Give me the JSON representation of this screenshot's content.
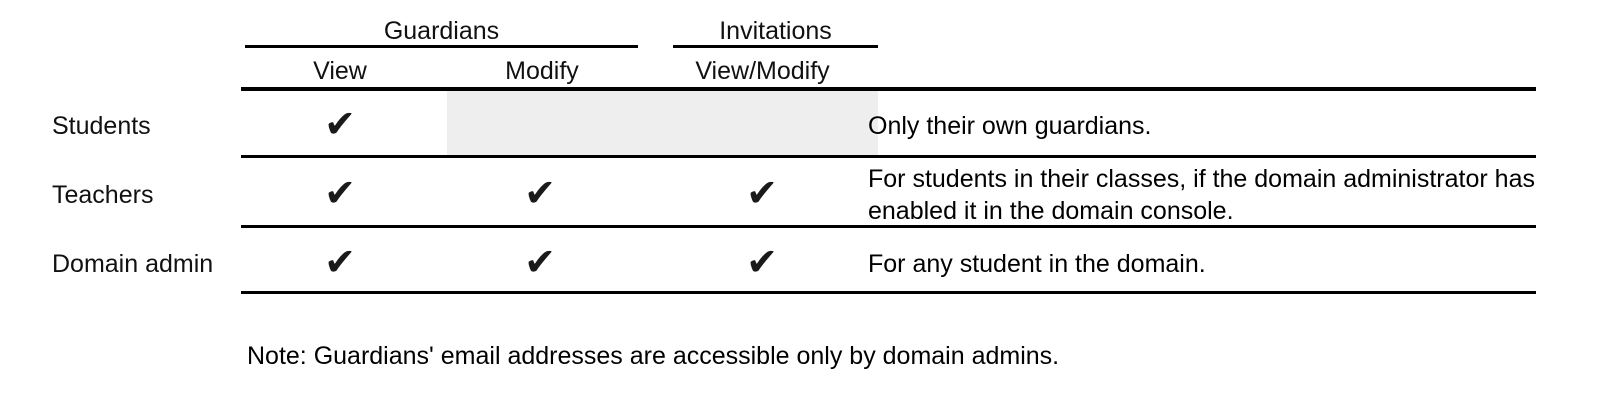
{
  "table": {
    "groups": [
      {
        "label": "Guardians",
        "spans": [
          "View",
          "Modify"
        ]
      },
      {
        "label": "Invitations",
        "spans": [
          "View/Modify"
        ]
      }
    ],
    "columns": [
      {
        "key": "row_label",
        "label": ""
      },
      {
        "key": "guardians_view",
        "label": "View"
      },
      {
        "key": "guardians_modify",
        "label": "Modify"
      },
      {
        "key": "invitations_view_modify",
        "label": "View/Modify"
      },
      {
        "key": "notes",
        "label": ""
      }
    ],
    "check_glyph": "✔",
    "shaded_color": "#eeeeee",
    "rule_color": "#000000",
    "rows": [
      {
        "label": "Students",
        "guardians_view": "✔",
        "guardians_modify": "",
        "invitations_view_modify": "",
        "shaded": true,
        "notes": "Only their own guardians."
      },
      {
        "label": "Teachers",
        "guardians_view": "✔",
        "guardians_modify": "✔",
        "invitations_view_modify": "✔",
        "shaded": false,
        "notes": "For students in their classes, if the domain administrator has enabled it in the domain console."
      },
      {
        "label": "Domain admin",
        "guardians_view": "✔",
        "guardians_modify": "✔",
        "invitations_view_modify": "✔",
        "shaded": false,
        "notes": "For any student in the domain."
      }
    ]
  },
  "footnote": {
    "text": "Note: Guardians' email addresses are accessible only by domain admins."
  }
}
